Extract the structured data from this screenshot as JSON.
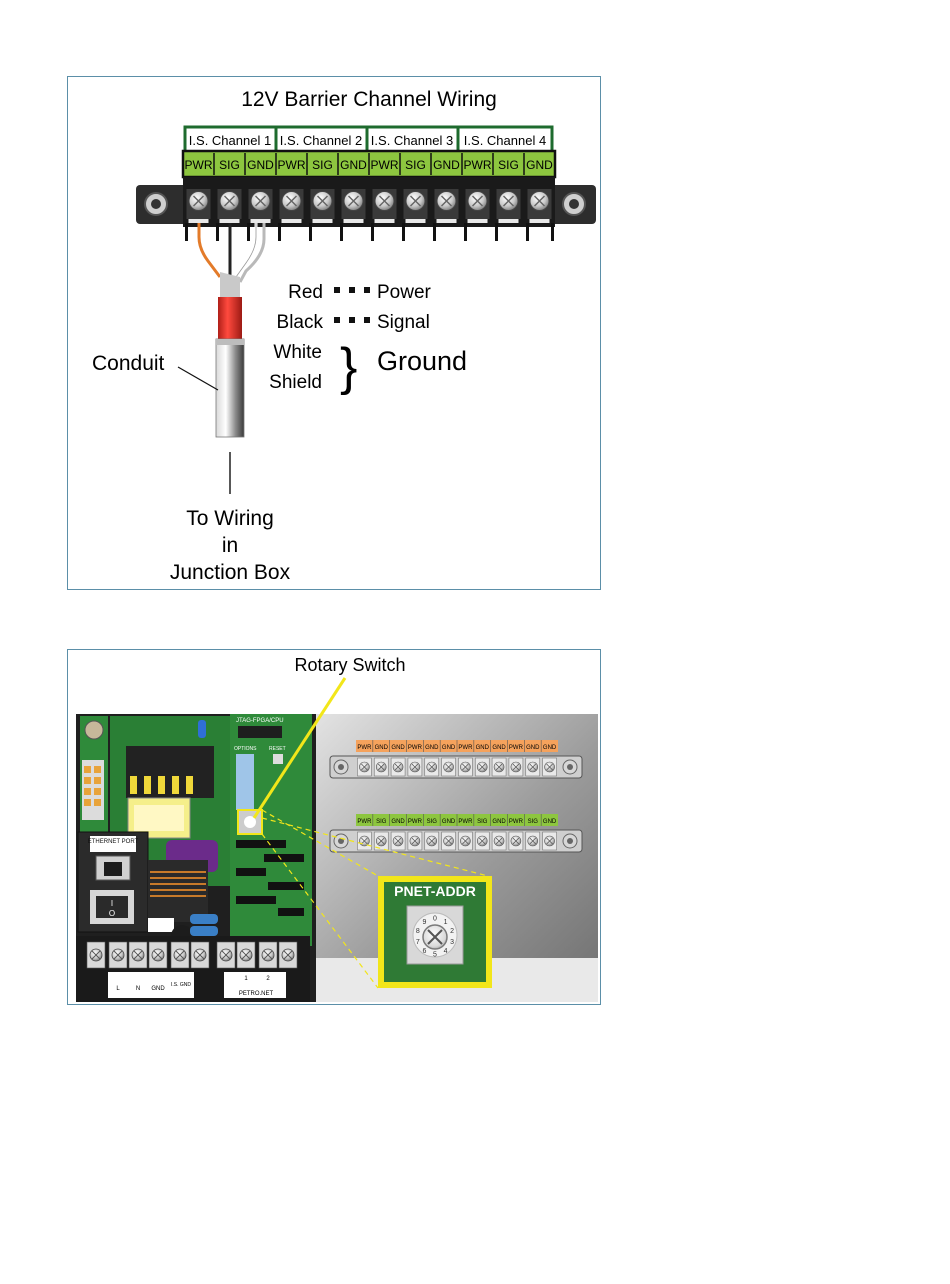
{
  "figure1": {
    "title": "12V Barrier Channel Wiring",
    "channels": [
      "I.S. Channel 1",
      "I.S. Channel 2",
      "I.S. Channel 3",
      "I.S. Channel 4"
    ],
    "terminals": [
      "PWR",
      "SIG",
      "GND",
      "PWR",
      "SIG",
      "GND",
      "PWR",
      "SIG",
      "GND",
      "PWR",
      "SIG",
      "GND"
    ],
    "legend": {
      "red": "Red",
      "power": "Power",
      "black": "Black",
      "signal": "Signal",
      "white": "White",
      "shield": "Shield",
      "ground": "Ground"
    },
    "conduit_label": "Conduit",
    "to_wiring": [
      "To Wiring",
      "in",
      "Junction Box"
    ],
    "colors": {
      "green": "#8dc63f",
      "dark_green": "#1e6b2e",
      "frame": "#5b8fa8",
      "red_wire": "#e0352b"
    }
  },
  "figure2": {
    "callout": "Rotary Switch",
    "addr_label": "PNET-ADDR",
    "dial_digits": [
      "0",
      "1",
      "2",
      "3",
      "4",
      "5",
      "6",
      "7",
      "8",
      "9"
    ],
    "board_labels": {
      "jtag": "JTAG-FPGA/CPU",
      "options": "OPTIONS",
      "reset": "RESET",
      "ethernet": "ETHERNET PORT",
      "l": "L",
      "n": "N",
      "gnd": "GND",
      "is_gnd": "I.S. GND",
      "petro_net": "PETRO.NET",
      "pn1": "1",
      "pn2": "2"
    },
    "orange_terminals": [
      "PWR",
      "GND",
      "GND",
      "PWR",
      "GND",
      "GND",
      "PWR",
      "GND",
      "GND",
      "PWR",
      "GND",
      "GND"
    ],
    "green_terminals": [
      "PWR",
      "SIG",
      "GND",
      "PWR",
      "SIG",
      "GND",
      "PWR",
      "SIG",
      "GND",
      "PWR",
      "SIG",
      "GND"
    ],
    "colors": {
      "orange": "#f5a25c",
      "green": "#8dc63f",
      "pcb": "#2f8a3a",
      "yellow": "#f2e61a"
    }
  }
}
